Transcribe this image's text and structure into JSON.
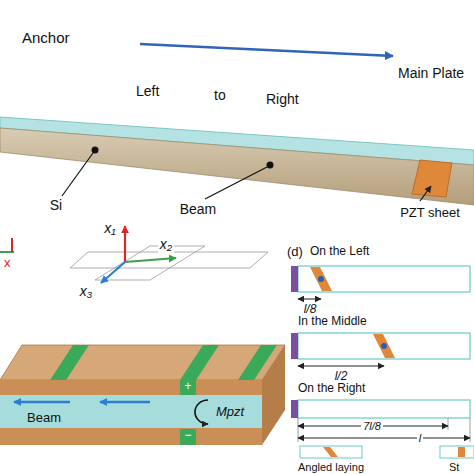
{
  "diagram": {
    "labels": [
      "Anchor",
      "Left",
      "to",
      "Right",
      "Main Plate",
      "Si",
      "Beam",
      "PZT sheet",
      "x",
      "x₁",
      "x₂",
      "x₃",
      "(d)",
      "On the Left",
      "l/8",
      "In the Middle",
      "l/2",
      "On the Right",
      "7l/8",
      "l",
      "Beam",
      "Mpzt",
      "+",
      "−",
      "Angled laying",
      "St"
    ]
  }
}
